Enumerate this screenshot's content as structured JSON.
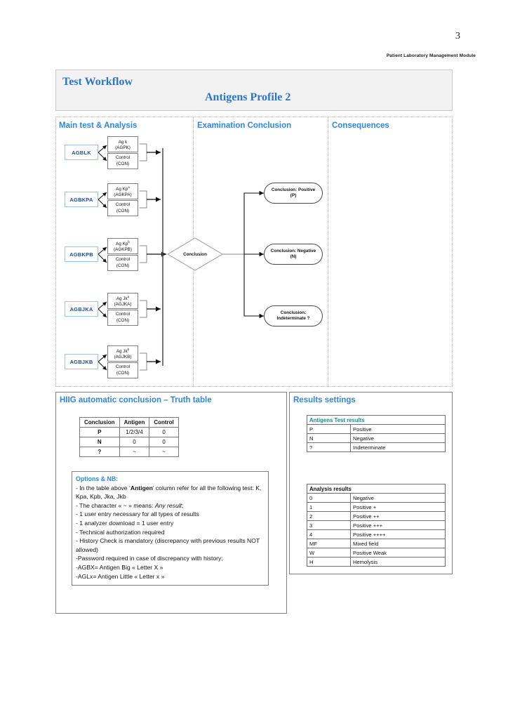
{
  "page": {
    "number": "3",
    "footer_label": "Patient Laboratory Management Module"
  },
  "header": {
    "workflow_title": "Test Workflow",
    "profile_title": "Antigens Profile 2",
    "accent_color": "#2e74c8",
    "bar_background": "#f2f2f2"
  },
  "diagram": {
    "lanes": [
      {
        "id": "main",
        "title": "Main test & Analysis"
      },
      {
        "id": "exam",
        "title": "Examination Conclusion"
      },
      {
        "id": "consequences",
        "title": "Consequences"
      }
    ],
    "lane_title_color": "#2e86e0",
    "rows": [
      {
        "code": "AGBLK",
        "test_name": "Ag k",
        "test_sup": "",
        "test_code": "(AGPK)",
        "control_name": "Control",
        "control_code": "(CON)"
      },
      {
        "code": "AGBKPA",
        "test_name": "Ag Kp",
        "test_sup": "a",
        "test_code": "(AGKPA)",
        "control_name": "Control",
        "control_code": "(CON)"
      },
      {
        "code": "AGBKPB",
        "test_name": "Ag Kp",
        "test_sup": "b",
        "test_code": "(AGKPB)",
        "control_name": "Control",
        "control_code": "(CON)"
      },
      {
        "code": "AGBJKA",
        "test_name": "Ag Jk",
        "test_sup": "a",
        "test_code": "(AGJKA)",
        "control_name": "Control",
        "control_code": "(CON)"
      },
      {
        "code": "AGBJKB",
        "test_name": "Ag Jk",
        "test_sup": "b",
        "test_code": "(AGJKB)",
        "control_name": "Control",
        "control_code": "(CON)"
      }
    ],
    "decision_label": "Conclusion",
    "outcomes": [
      {
        "line1": "Conclusion: Positive",
        "line2": "(P)"
      },
      {
        "line1": "Conclusion: Negative",
        "line2": "(N)"
      },
      {
        "line1": "Conclusion:",
        "line2": "Indeterminate ?"
      }
    ]
  },
  "truth_panel": {
    "title": "HIIG automatic conclusion – Truth table",
    "table": {
      "headers": [
        "Conclusion",
        "Antigen",
        "Control"
      ],
      "rows": [
        [
          "P",
          "1/2/3/4",
          "0"
        ],
        [
          "N",
          "0",
          "0"
        ],
        [
          "?",
          "~",
          "~"
        ]
      ]
    },
    "options": {
      "title": "Options & NB:",
      "lines": [
        "- In the table above ‘Antigen' column refer for all the following test: K, Kpa, Kpb, Jka, Jkb",
        "- The character « ~ » means: Any result;",
        "- 1 user entry necessary for all types of results",
        "- 1 analyzer download = 1 user entry",
        "- Technical authorization required",
        "- History Check is mandatory (discrepancy with previous results NOT allowed)",
        "-Password required in case of discrepancy with history;",
        "-AGBX= Antigen Big « Letter X »",
        "-AGLx= Antigen Little « Letter x »"
      ]
    }
  },
  "results_panel": {
    "title": "Results settings",
    "antigens_table": {
      "header": "Antigens Test results",
      "header_color": "#1a8a8a",
      "rows": [
        [
          "P",
          "Positive"
        ],
        [
          "N",
          "Negative"
        ],
        [
          "?",
          "Indeterminate"
        ]
      ]
    },
    "analysis_table": {
      "header": "Analysis results",
      "rows": [
        [
          "0",
          "Negative"
        ],
        [
          "1",
          "Positive +"
        ],
        [
          "2",
          "Positive ++"
        ],
        [
          "3",
          "Positive +++"
        ],
        [
          "4",
          "Positive ++++"
        ],
        [
          "MF",
          "Mixed field"
        ],
        [
          "W",
          "Positive Weak"
        ],
        [
          "H",
          "Hemolysis"
        ]
      ]
    }
  }
}
